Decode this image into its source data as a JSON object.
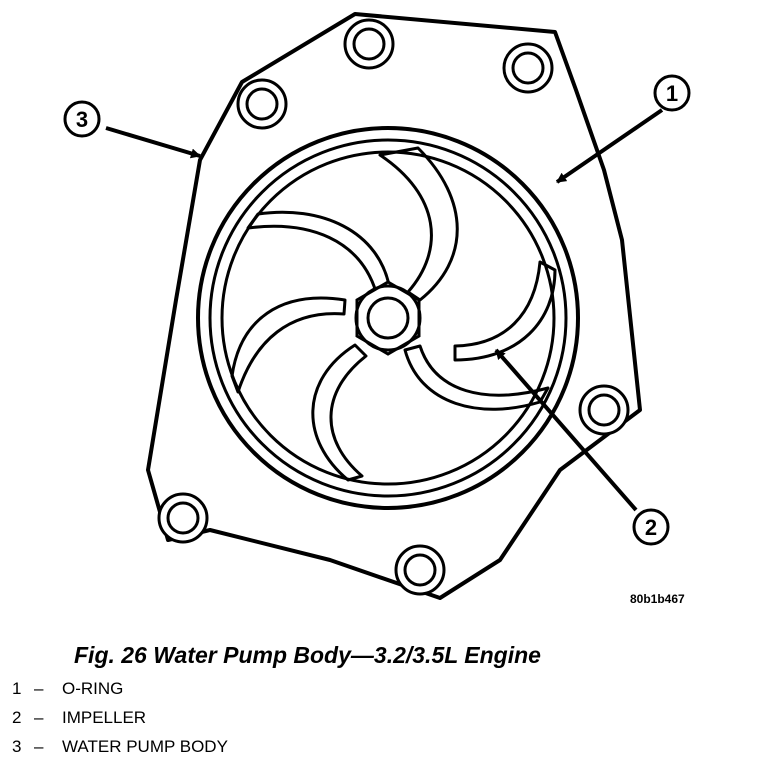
{
  "figure": {
    "figure_code": "80b1b467",
    "caption": "Fig. 26 Water Pump Body—3.2/3.5L Engine",
    "callouts": [
      {
        "number": "1",
        "target": "O-RING"
      },
      {
        "number": "2",
        "target": "IMPELLER"
      },
      {
        "number": "3",
        "target": "WATER PUMP BODY"
      }
    ],
    "legend": [
      {
        "number": "1",
        "separator": "–",
        "label": "O-RING"
      },
      {
        "number": "2",
        "separator": "–",
        "label": "IMPELLER"
      },
      {
        "number": "3",
        "separator": "–",
        "label": "WATER PUMP BODY"
      }
    ]
  }
}
